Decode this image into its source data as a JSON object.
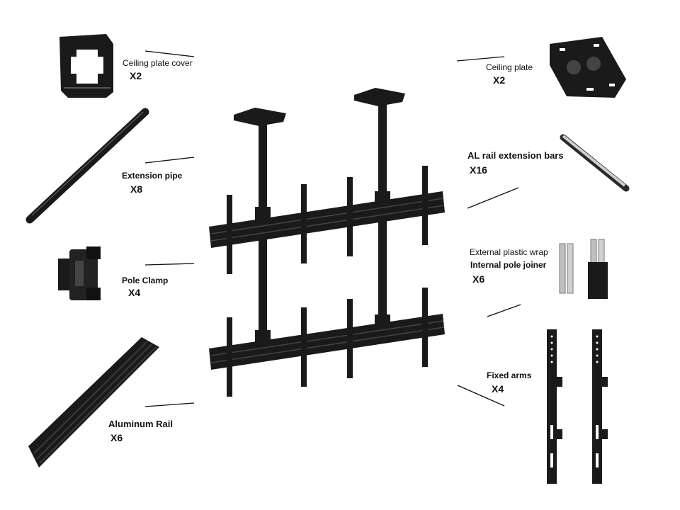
{
  "parts": [
    {
      "id": "ceiling-plate-cover",
      "name": "Ceiling plate cover",
      "qty": "X2"
    },
    {
      "id": "ceiling-plate",
      "name": "Ceiling plate",
      "qty": "X2"
    },
    {
      "id": "extension-pipe",
      "name": "Extension pipe",
      "qty": "X8"
    },
    {
      "id": "al-rail-extension-bars",
      "name": "AL rail extension bars",
      "qty": "X16"
    },
    {
      "id": "pole-clamp",
      "name": "Pole Clamp",
      "qty": "X4"
    },
    {
      "id": "internal-pole-joiner",
      "name": "Internal pole joiner",
      "sub": "External plastic wrap",
      "qty": "X6"
    },
    {
      "id": "aluminum-rail",
      "name": "Aluminum Rail",
      "qty": "X6"
    },
    {
      "id": "fixed-arms",
      "name": "Fixed arms",
      "qty": "X4"
    }
  ],
  "colors": {
    "part": "#1a1a1a",
    "metal": "#c8c8c8",
    "line": "#111111"
  }
}
